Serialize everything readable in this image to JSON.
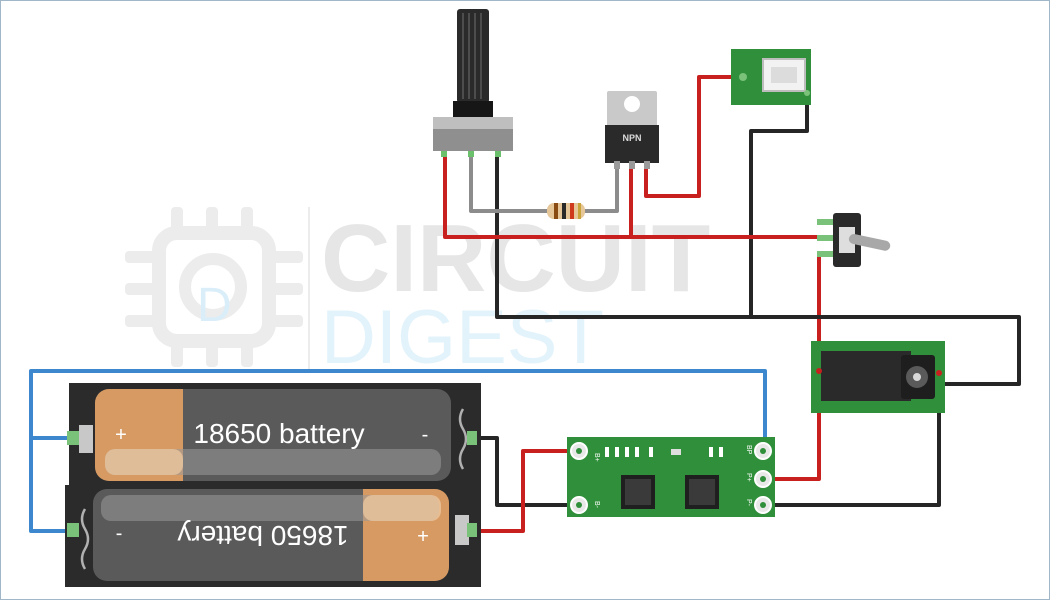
{
  "watermark": {
    "line1": "CIRCUIT",
    "line2": "DIGEST",
    "logo_letter": "D",
    "line1_color": "#e6e6e6",
    "line2_color": "#e3f3fb",
    "logo_color": "#ececec"
  },
  "components": {
    "potentiometer": {
      "name": "potentiometer"
    },
    "transistor": {
      "name": "npn-transistor",
      "label": "NPN"
    },
    "resistor": {
      "name": "resistor"
    },
    "output_connector": {
      "name": "jst-connector"
    },
    "toggle_switch": {
      "name": "toggle-switch"
    },
    "dc_jack": {
      "name": "dc-barrel-jack"
    },
    "bms_board": {
      "name": "bms-charge-board",
      "pad_labels": {
        "b_plus": "B+",
        "bp": "BP",
        "b_minus": "B-",
        "p_plus": "P+",
        "p_minus": "P-"
      }
    },
    "battery_top": {
      "label": "18650 battery",
      "plus": "+",
      "minus": "-"
    },
    "battery_bottom": {
      "label": "18650 battery",
      "plus": "+",
      "minus": "-"
    }
  },
  "wire_colors": {
    "red": "#c8201e",
    "black": "#262626",
    "blue": "#3d87cf",
    "grey": "#8c8c8c"
  }
}
